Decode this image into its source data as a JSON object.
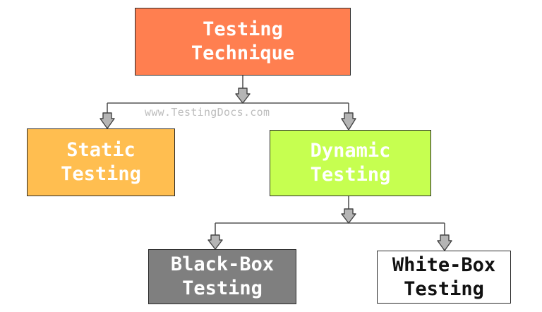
{
  "diagram": {
    "root": {
      "line1": "Testing",
      "line2": "Technique"
    },
    "static": {
      "line1": "Static",
      "line2": "Testing"
    },
    "dynamic": {
      "line1": "Dynamic",
      "line2": "Testing"
    },
    "blackbox": {
      "line1": "Black-Box",
      "line2": "Testing"
    },
    "whitebox": {
      "line1": "White-Box",
      "line2": "Testing"
    }
  },
  "watermark": "www.TestingDocs.com",
  "colors": {
    "root": "#ff7f50",
    "static": "#ffbe50",
    "dynamic": "#c6ff50",
    "blackbox": "#7f7f7f",
    "whitebox": "#ffffff",
    "connector": "#555555",
    "arrow_fill": "#b5b5b5"
  }
}
